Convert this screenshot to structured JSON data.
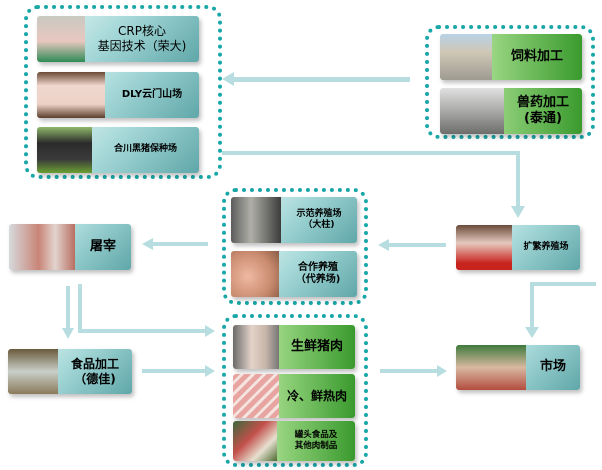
{
  "breeding": [
    {
      "label": "CRP核心\n基因技术（荣大)",
      "icon": "pig-on-feeder-photo"
    },
    {
      "label": "DLY云门山场",
      "icon": "white-pig-photo"
    },
    {
      "label": "合川黑猪保种场",
      "icon": "black-pigs-photo"
    }
  ],
  "inputs": [
    {
      "label": "饲料加工",
      "icon": "feed-mill-photo"
    },
    {
      "label": "兽药加工\n(泰通)",
      "icon": "vet-drug-factory-photo"
    }
  ],
  "farms": [
    {
      "label": "示范养殖场\n（大柱)",
      "icon": "pig-pens-photo"
    },
    {
      "label": "合作养殖\n（代养场)",
      "icon": "piglets-photo"
    }
  ],
  "expansion": {
    "label": "扩繁养殖场",
    "icon": "pig-farm-photo"
  },
  "slaughter": {
    "label": "屠宰",
    "icon": "slaughterhouse-photo"
  },
  "food_processing": {
    "label": "食品加工\n（德佳)",
    "icon": "food-factory-photo"
  },
  "products": [
    {
      "label": "生鲜猪肉",
      "icon": "pork-carcass-photo"
    },
    {
      "label": "冷、鲜热肉",
      "icon": "sliced-pork-photo"
    },
    {
      "label": "罐头食品及\n其他肉制品",
      "icon": "canned-meat-photo"
    }
  ],
  "market": {
    "label": "市场",
    "icon": "market-photo"
  }
}
